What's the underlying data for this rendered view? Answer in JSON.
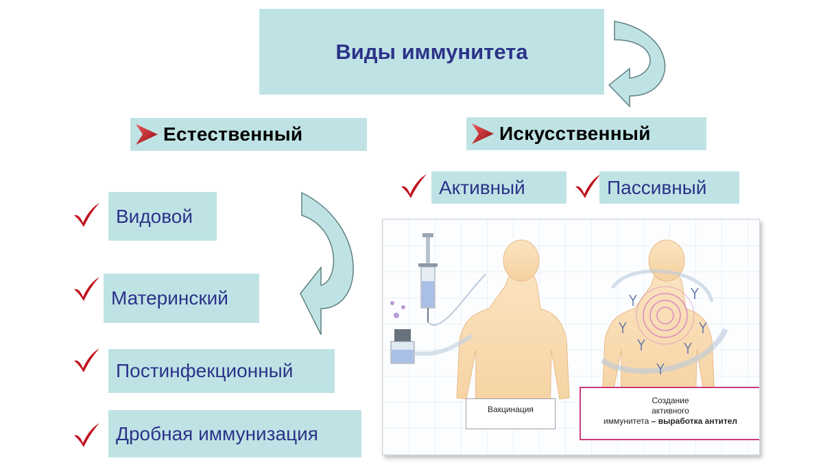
{
  "title": "Виды иммунитета",
  "categories": {
    "natural": "Естественный",
    "artificial": "Искусственный"
  },
  "natural_types": [
    "Видовой",
    "Материнский",
    "Постинфекционный",
    "Дробная иммунизация"
  ],
  "artificial_types": [
    "Активный",
    "Пассивный"
  ],
  "illustration": {
    "caption_vaccination": "Вакцинация",
    "caption_create_line1": "Создание",
    "caption_create_line2": "активного",
    "caption_create_line3": "иммунитета",
    "caption_create_dash": " – ",
    "caption_create_bold": "выработка антител"
  },
  "colors": {
    "box_fill": "#bfe3e5",
    "title_text": "#2c3288",
    "subtype_text": "#2c3288",
    "check_mark": "#c0141f",
    "arrow_fill": "#bfe3e5",
    "arrow_stroke": "#5e7f7f",
    "caption_border": "#c83a7a"
  },
  "icons": {
    "category_marker": "red-triangle-arrow-icon",
    "item_marker": "red-check-mark-icon",
    "flow_arrow": "curved-arrow-icon"
  }
}
